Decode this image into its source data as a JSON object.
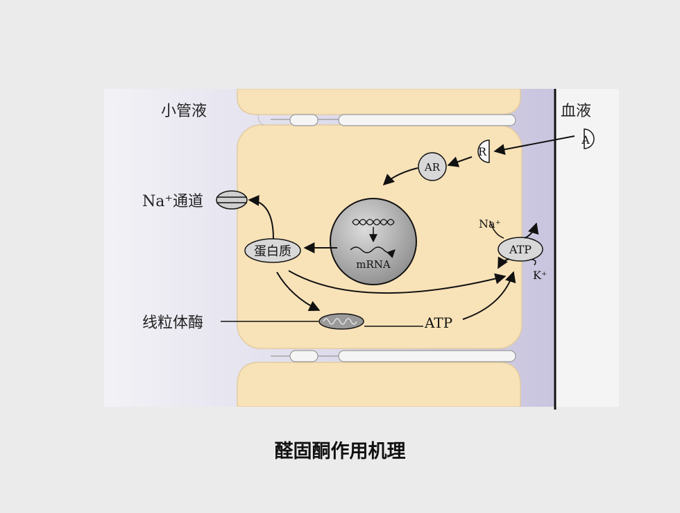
{
  "labels": {
    "tubular_fluid": "小管液",
    "blood": "血液",
    "na_channel": "Na⁺通道",
    "mito_enzyme": "线粒体酶",
    "protein": "蛋白质",
    "mrna": "mRNA",
    "ar": "AR",
    "receptor": "R",
    "aldosterone": "A",
    "atp_pump": "ATP",
    "atp": "ATP",
    "na_ion": "Na⁺",
    "k_ion": "K⁺"
  },
  "caption": "醛固酮作用机理",
  "colors": {
    "background": "#ebebeb",
    "lumen": "#d6d3e6",
    "cell": "#f8e2b8",
    "cell_edge": "#e0c89a",
    "blood": "#f4f4f4",
    "nucleus": "#a8a8a8",
    "node": "#d8d8d8"
  }
}
